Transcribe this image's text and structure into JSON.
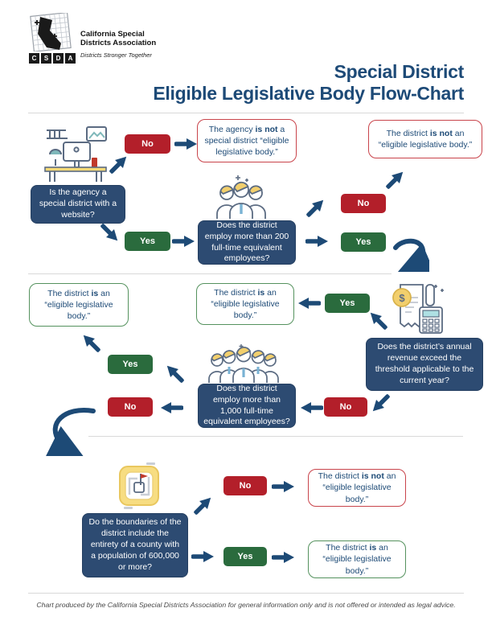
{
  "header": {
    "logo": {
      "l1": "C",
      "l2": "S",
      "l3": "D",
      "l4": "A",
      "org_line1": "California Special",
      "org_line2": "Districts Association",
      "tagline": "Districts Stronger Together"
    },
    "title_line1": "Special District",
    "title_line2": "Eligible Legislative Body Flow-Chart"
  },
  "buttons": {
    "yes": "Yes",
    "no": "No"
  },
  "questions": {
    "q1": "Is the agency a special district with a website?",
    "q2": "Does the district employ more than 200 full-time equivalent employees?",
    "q3": "Does the district’s annual revenue exceed the threshold applicable to the current year?",
    "q4": "Does the district employ more than 1,000 full-time equivalent employees?",
    "q5": "Do the boundaries of the district include the entirety of a county with a population of 600,000 or more?"
  },
  "results": {
    "agency_not": {
      "pre": "The agency ",
      "bold": "is not",
      "post": " a special district “eligible legislative body.”"
    },
    "district_not": {
      "pre": "The district ",
      "bold": "is not",
      "post": " an “eligible legislative body.”"
    },
    "district_is": {
      "pre": "The district ",
      "bold": "is",
      "post": " an “eligible legislative body.”"
    }
  },
  "icons": {
    "logo": "csda-logo",
    "desk": "desk-computer-icon",
    "employees_small": "employees-group-icon",
    "revenue": "revenue-receipt-calculator-icon",
    "employees_large": "employees-large-group-icon",
    "map": "county-boundary-map-icon"
  },
  "colors": {
    "navy_title": "#1d4a77",
    "navy_box": "#2d4b72",
    "arrow_navy": "#1d4a76",
    "button_red": "#b31f2a",
    "button_green": "#2a6b3d",
    "border_red": "#c9444b",
    "border_green": "#55925e"
  },
  "footer": {
    "disclaimer": "Chart produced by the California Special Districts Association for general information only and is not offered or intended as legal advice."
  }
}
